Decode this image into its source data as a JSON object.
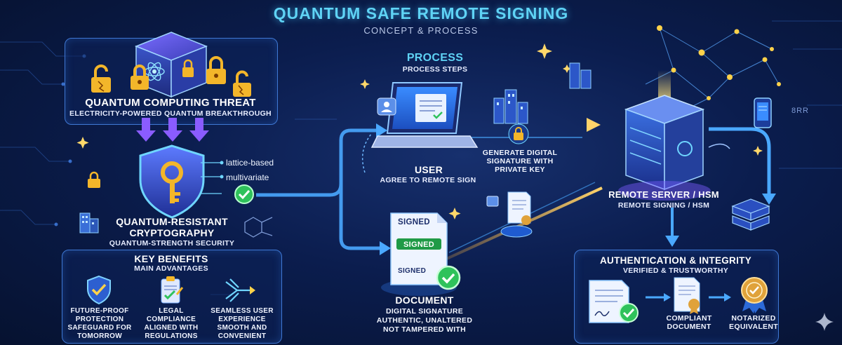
{
  "header": {
    "title": "QUANTUM SAFE REMOTE SIGNING",
    "subtitle": "CONCEPT & PROCESS"
  },
  "threat": {
    "title": "QUANTUM COMPUTING THREAT",
    "subtitle": "ELECTRICITY-POWERED QUANTUM BREAKTHROUGH"
  },
  "crypto": {
    "title_line1": "QUANTUM-RESISTANT",
    "title_line2": "CRYPTOGRAPHY",
    "subtitle": "QUANTUM-STRENGTH SECURITY",
    "methods": [
      "lattice-based",
      "multivariate"
    ]
  },
  "benefits": {
    "title": "KEY BENEFITS",
    "subtitle": "MAIN ADVANTAGES",
    "items": [
      {
        "lines": [
          "FUTURE-PROOF",
          "PROTECTION",
          "SAFEGUARD FOR",
          "TOMORROW"
        ],
        "icon": "shield-check-icon"
      },
      {
        "lines": [
          "LEGAL",
          "COMPLIANCE",
          "ALIGNED WITH",
          "REGULATIONS"
        ],
        "icon": "clipboard-check-icon"
      },
      {
        "lines": [
          "SEAMLESS USER",
          "EXPERIENCE",
          "SMOOTH AND",
          "CONVENIENT"
        ],
        "icon": "flow-arrows-icon"
      }
    ]
  },
  "process": {
    "title": "PROCESS",
    "subtitle": "PROCESS STEPS"
  },
  "user": {
    "title": "USER",
    "subtitle": "AGREE TO REMOTE SIGN"
  },
  "generate": {
    "lines": [
      "GENERATE DIGITAL",
      "SIGNATURE WITH",
      "PRIVATE KEY"
    ]
  },
  "document": {
    "title": "DOCUMENT",
    "lines": [
      "DIGITAL SIGNATURE",
      "AUTHENTIC, UNALTERED",
      "NOT TAMPERED WITH"
    ],
    "stamps": [
      "SIGNED",
      "SIGNED",
      "SIGNED"
    ]
  },
  "server": {
    "title": "REMOTE SERVER / HSM",
    "subtitle": "REMOTE SIGNING / HSM"
  },
  "auth": {
    "title": "AUTHENTICATION & INTEGRITY",
    "subtitle": "VERIFIED & TRUSTWORTHY",
    "items": [
      {
        "lines": [
          "COMPLIANT",
          "DOCUMENT"
        ]
      },
      {
        "lines": [
          "NOTARIZED",
          "EQUIVALENT"
        ]
      }
    ]
  },
  "deco": {
    "code": "8RR"
  },
  "colors": {
    "accent": "#5fd3f5",
    "panel_border": "#3f78d4",
    "flow": "#4aa8ff",
    "check": "#2fc25b",
    "lock": "#f3b62a",
    "gold": "#e0a23a"
  }
}
